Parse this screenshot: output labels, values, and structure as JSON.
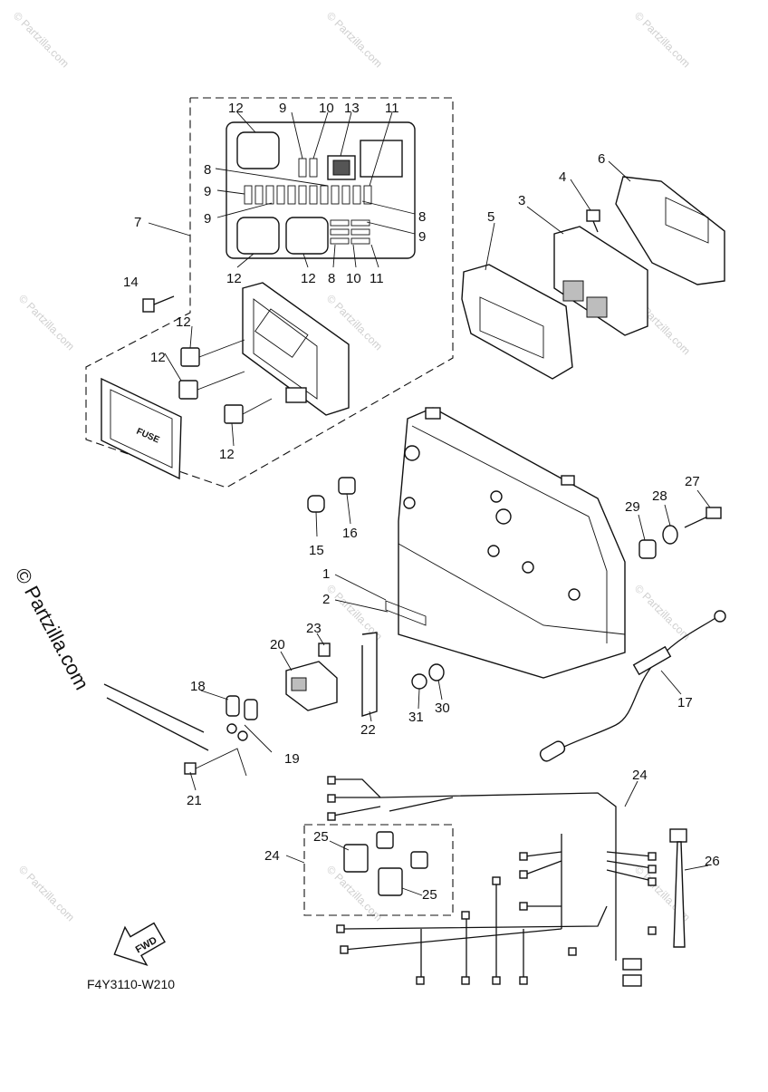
{
  "diagram": {
    "code": "F4Y3110-W210",
    "fwd_label": "FWD",
    "fuse_label": "FUSE",
    "watermark": "© Partzilla.com",
    "side_watermark": "© Partzilla.com",
    "callouts": {
      "c12a": "12",
      "c9a": "9",
      "c10a": "10",
      "c13": "13",
      "c11a": "11",
      "c8a": "8",
      "c9b": "9",
      "c9c": "9",
      "c8b": "8",
      "c9d": "9",
      "c12b": "12",
      "c12c": "12",
      "c8c": "8",
      "c10b": "10",
      "c11b": "11",
      "c7": "7",
      "c14": "14",
      "c12d": "12",
      "c12e": "12",
      "c12f": "12",
      "c6": "6",
      "c4": "4",
      "c3": "3",
      "c5": "5",
      "c16": "16",
      "c15": "15",
      "c27": "27",
      "c28": "28",
      "c29": "29",
      "c1": "1",
      "c2": "2",
      "c23": "23",
      "c20": "20",
      "c18": "18",
      "c22": "22",
      "c31": "31",
      "c30": "30",
      "c17": "17",
      "c19": "19",
      "c21": "21",
      "c24a": "24",
      "c24b": "24",
      "c25a": "25",
      "c25b": "25",
      "c26": "26"
    }
  }
}
